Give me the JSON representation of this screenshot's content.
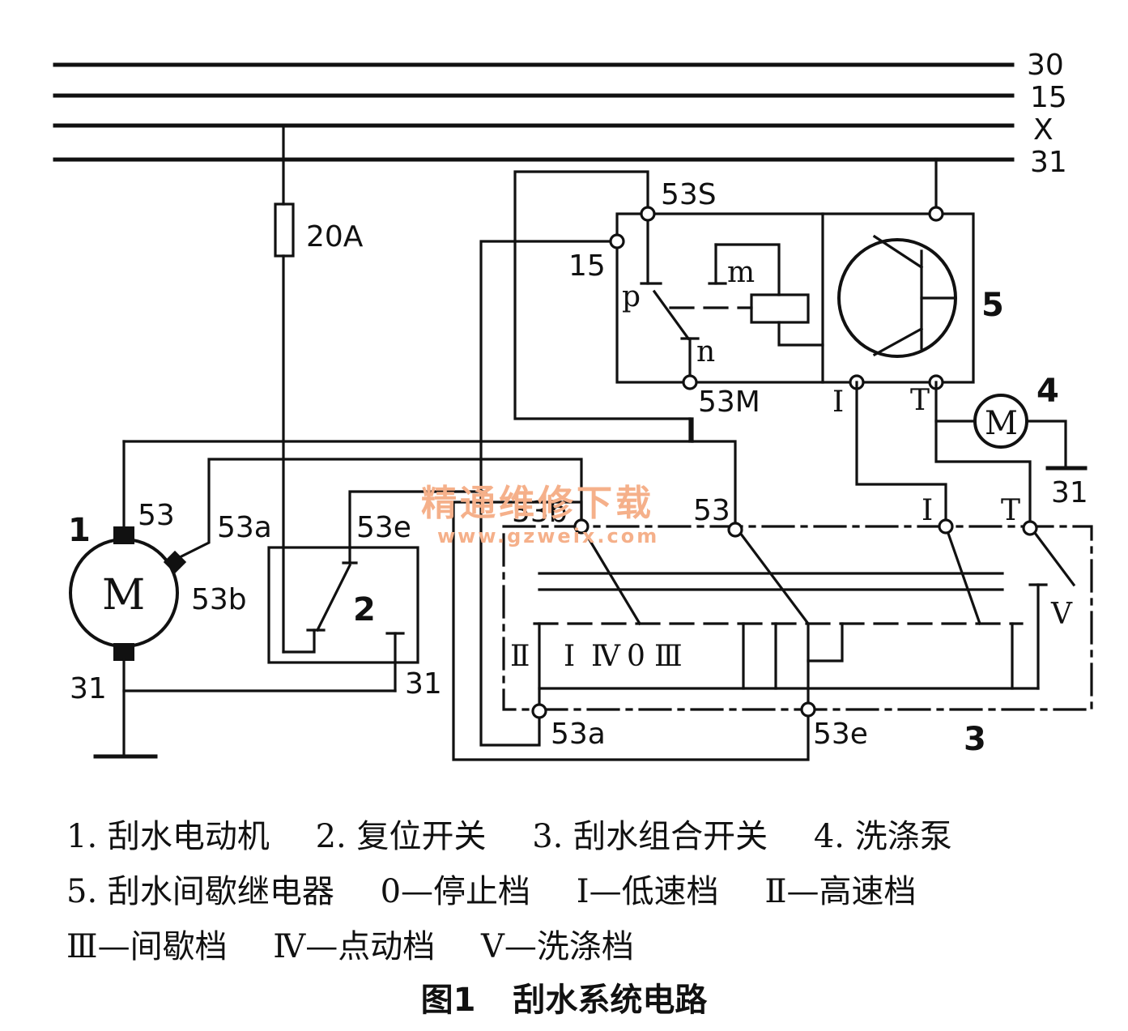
{
  "diagram": {
    "bus_labels": [
      "30",
      "15",
      "X",
      "31"
    ],
    "fuse_label": "20A",
    "component_numbers": [
      "1",
      "2",
      "3",
      "4",
      "5"
    ],
    "motor_symbol": "M",
    "motor_terminals": [
      "53",
      "53a",
      "53b",
      "31"
    ],
    "reset_switch_terminals": [
      "53e",
      "31"
    ],
    "relay_terminals": [
      "53S",
      "15",
      "53M",
      "I",
      "T"
    ],
    "relay_contact_labels": [
      "p",
      "m",
      "n"
    ],
    "washer_pump_ground": "31",
    "combo_switch_terminals": [
      "53b",
      "53",
      "I",
      "T",
      "53a",
      "53e"
    ],
    "combo_switch_positions": [
      "Ⅱ",
      "Ⅰ",
      "Ⅳ",
      "0",
      "Ⅲ",
      "V"
    ],
    "watermark": [
      "精通维修下载",
      "www.gzweix.com"
    ]
  },
  "legend": {
    "line1": [
      "1. 刮水电动机",
      "2. 复位开关",
      "3. 刮水组合开关",
      "4. 洗涤泵"
    ],
    "line2": [
      "5. 刮水间歇继电器",
      "0—停止档",
      "Ⅰ—低速档",
      "Ⅱ—高速档"
    ],
    "line3": [
      "Ⅲ—间歇档",
      "Ⅳ—点动档",
      "Ⅴ—洗涤档"
    ]
  },
  "caption": {
    "figure": "图1",
    "title": "刮水系统电路"
  }
}
